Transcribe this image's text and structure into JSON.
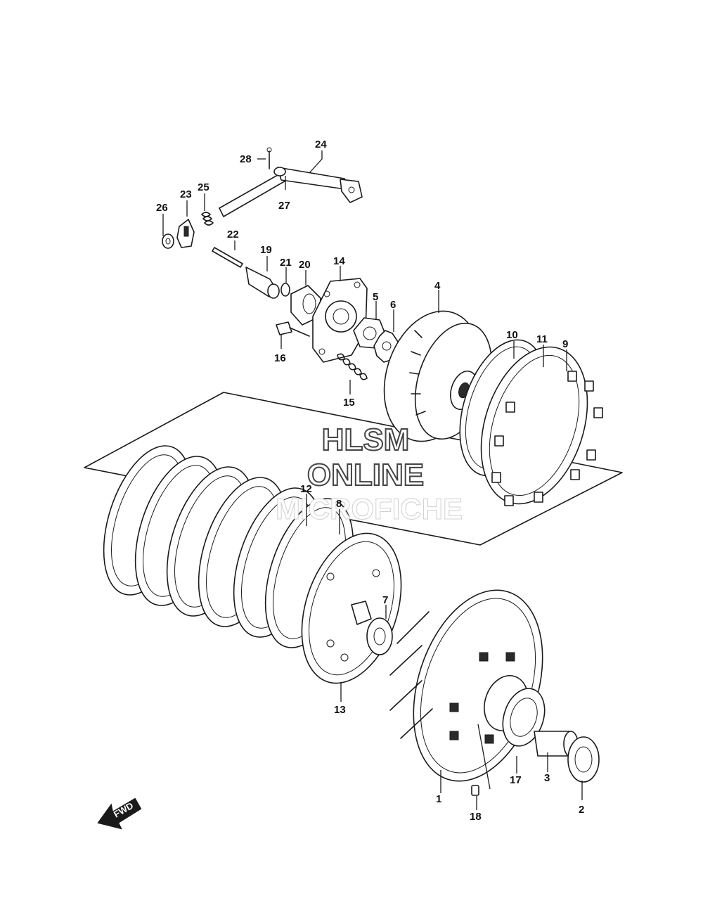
{
  "diagram": {
    "watermark": {
      "line1": "HLSM",
      "line2": "ONLINE",
      "line3": "MICROFICHE"
    },
    "direction_label": "FWD",
    "callouts": [
      "1",
      "2",
      "3",
      "4",
      "5",
      "6",
      "7",
      "8",
      "9",
      "10",
      "11",
      "12",
      "13",
      "14",
      "15",
      "16",
      "17",
      "18",
      "19",
      "20",
      "21",
      "22",
      "23",
      "24",
      "25",
      "26",
      "27",
      "28"
    ]
  }
}
